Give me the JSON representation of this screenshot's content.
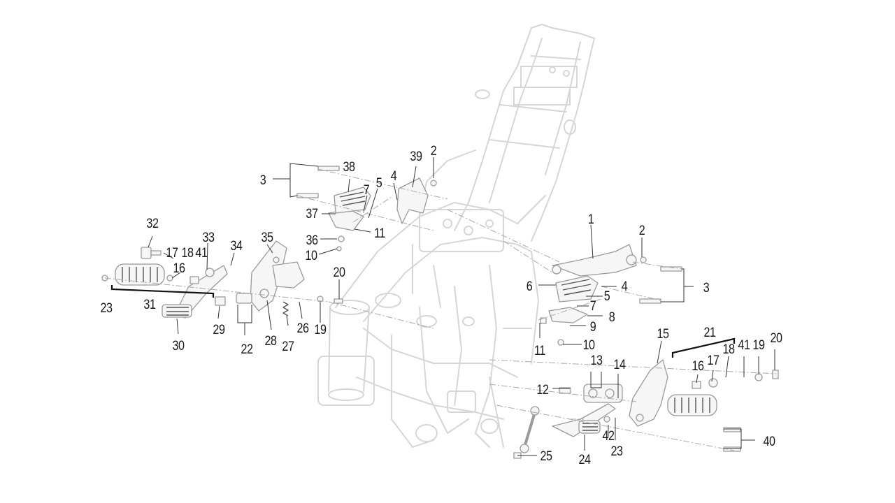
{
  "callouts": [
    {
      "id": "c1",
      "text": "1"
    },
    {
      "id": "c2a",
      "text": "2"
    },
    {
      "id": "c2b",
      "text": "2"
    },
    {
      "id": "c3a",
      "text": "3"
    },
    {
      "id": "c3b",
      "text": "3"
    },
    {
      "id": "c4a",
      "text": "4"
    },
    {
      "id": "c4b",
      "text": "4"
    },
    {
      "id": "c5a",
      "text": "5"
    },
    {
      "id": "c5b",
      "text": "5"
    },
    {
      "id": "c6",
      "text": "6"
    },
    {
      "id": "c7a",
      "text": "7"
    },
    {
      "id": "c7b",
      "text": "7"
    },
    {
      "id": "c8",
      "text": "8"
    },
    {
      "id": "c9",
      "text": "9"
    },
    {
      "id": "c10a",
      "text": "10"
    },
    {
      "id": "c10b",
      "text": "10"
    },
    {
      "id": "c11a",
      "text": "11"
    },
    {
      "id": "c11b",
      "text": "11"
    },
    {
      "id": "c12",
      "text": "12"
    },
    {
      "id": "c13",
      "text": "13"
    },
    {
      "id": "c14",
      "text": "14"
    },
    {
      "id": "c15",
      "text": "15"
    },
    {
      "id": "c16a",
      "text": "16"
    },
    {
      "id": "c16b",
      "text": "16"
    },
    {
      "id": "c17a",
      "text": "17"
    },
    {
      "id": "c17b",
      "text": "17"
    },
    {
      "id": "c18a",
      "text": "18"
    },
    {
      "id": "c18b",
      "text": "18"
    },
    {
      "id": "c19a",
      "text": "19"
    },
    {
      "id": "c19b",
      "text": "19"
    },
    {
      "id": "c20a",
      "text": "20"
    },
    {
      "id": "c20b",
      "text": "20"
    },
    {
      "id": "c21",
      "text": "21"
    },
    {
      "id": "c22",
      "text": "22"
    },
    {
      "id": "c23a",
      "text": "23"
    },
    {
      "id": "c23b",
      "text": "23"
    },
    {
      "id": "c24",
      "text": "24"
    },
    {
      "id": "c25",
      "text": "25"
    },
    {
      "id": "c26",
      "text": "26"
    },
    {
      "id": "c27",
      "text": "27"
    },
    {
      "id": "c28",
      "text": "28"
    },
    {
      "id": "c29",
      "text": "29"
    },
    {
      "id": "c30",
      "text": "30"
    },
    {
      "id": "c31",
      "text": "31"
    },
    {
      "id": "c32",
      "text": "32"
    },
    {
      "id": "c33",
      "text": "33"
    },
    {
      "id": "c34",
      "text": "34"
    },
    {
      "id": "c35",
      "text": "35"
    },
    {
      "id": "c36",
      "text": "36"
    },
    {
      "id": "c37",
      "text": "37"
    },
    {
      "id": "c38",
      "text": "38"
    },
    {
      "id": "c39",
      "text": "39"
    },
    {
      "id": "c40",
      "text": "40"
    },
    {
      "id": "c41a",
      "text": "41"
    },
    {
      "id": "c41b",
      "text": "41"
    },
    {
      "id": "c42",
      "text": "42"
    }
  ]
}
